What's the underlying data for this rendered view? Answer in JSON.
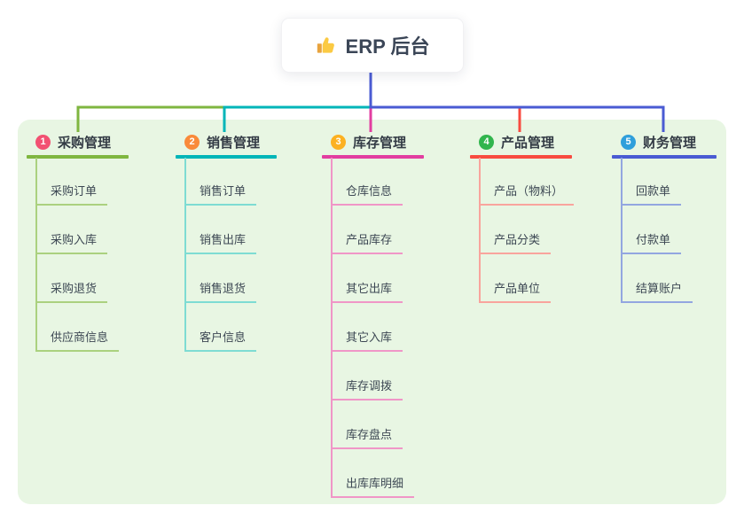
{
  "root": {
    "title": "ERP 后台",
    "icon": "thumbs-up-icon"
  },
  "colors": {
    "panel_bg": "#e8f6e3",
    "root_line": "#4a5bd3"
  },
  "branches": [
    {
      "index": "1",
      "label": "采购管理",
      "color": "#7fb640",
      "color_light": "#abd17f",
      "badge_color": "#f25172",
      "children": [
        "采购订单",
        "采购入库",
        "采购退货",
        "供应商信息"
      ]
    },
    {
      "index": "2",
      "label": "销售管理",
      "color": "#00b5b8",
      "color_light": "#7edcd3",
      "badge_color": "#f98a3a",
      "children": [
        "销售订单",
        "销售出库",
        "销售退货",
        "客户信息"
      ]
    },
    {
      "index": "3",
      "label": "库存管理",
      "color": "#e23da0",
      "color_light": "#f096c7",
      "badge_color": "#fcb121",
      "children": [
        "仓库信息",
        "产品库存",
        "其它出库",
        "其它入库",
        "库存调拨",
        "库存盘点",
        "出库库明细"
      ]
    },
    {
      "index": "4",
      "label": "产品管理",
      "color": "#f84b40",
      "color_light": "#f9a49d",
      "badge_color": "#31b54d",
      "children": [
        "产品（物料）",
        "产品分类",
        "产品单位"
      ]
    },
    {
      "index": "5",
      "label": "财务管理",
      "color": "#4a5bd3",
      "color_light": "#93a6e0",
      "badge_color": "#2f9fdb",
      "children": [
        "回款单",
        "付款单",
        "结算账户"
      ]
    }
  ]
}
